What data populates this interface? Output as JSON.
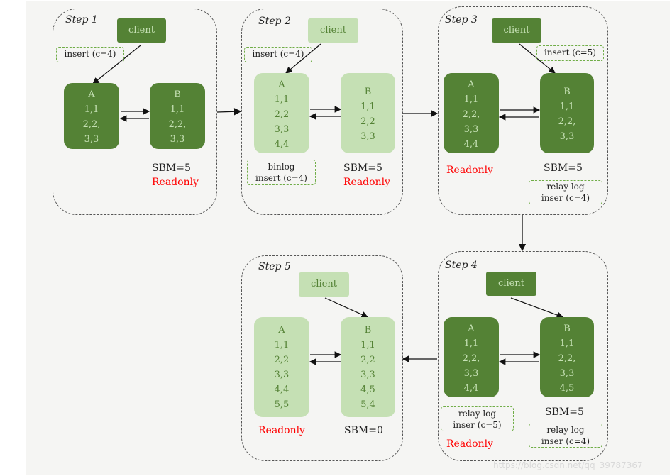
{
  "steps": [
    {
      "label": "Step 1",
      "client": "client",
      "note": "insert (c=4)",
      "a": {
        "title": "A",
        "rows": [
          "1,1",
          "2,2,",
          "3,3"
        ]
      },
      "b": {
        "title": "B",
        "rows": [
          "1,1",
          "2,2,",
          "3,3"
        ]
      },
      "sbm": "SBM=5",
      "readonly": "Readonly"
    },
    {
      "label": "Step 2",
      "client": "client",
      "note": "insert (c=4)",
      "a": {
        "title": "A",
        "rows": [
          "1,1",
          "2,2",
          "3,3",
          "4,4"
        ]
      },
      "b": {
        "title": "B",
        "rows": [
          "1,1",
          "2,2",
          "3,3"
        ]
      },
      "log_title": "binlog",
      "log_body": "insert (c=4)",
      "sbm": "SBM=5",
      "readonly": "Readonly"
    },
    {
      "label": "Step 3",
      "client": "client",
      "note": "insert (c=5)",
      "a": {
        "title": "A",
        "rows": [
          "1,1",
          "2,2,",
          "3,3",
          "4,4"
        ]
      },
      "b": {
        "title": "B",
        "rows": [
          "1,1",
          "2,2,",
          "3,3"
        ]
      },
      "log_title": "relay log",
      "log_body": "inser (c=4)",
      "sbm": "SBM=5",
      "readonly": "Readonly"
    },
    {
      "label": "Step 4",
      "client": "client",
      "a": {
        "title": "A",
        "rows": [
          "1,1",
          "2,2,",
          "3,3",
          "4,4"
        ]
      },
      "b": {
        "title": "B",
        "rows": [
          "1,1",
          "2,2,",
          "3,3",
          "4,5"
        ]
      },
      "log_a_title": "relay log",
      "log_a_body": "inser (c=5)",
      "log_b_title": "relay log",
      "log_b_body": "inser (c=4)",
      "sbm": "SBM=5",
      "readonly": "Readonly"
    },
    {
      "label": "Step 5",
      "client": "client",
      "a": {
        "title": "A",
        "rows": [
          "1,1",
          "2,2",
          "3,3",
          "4,4",
          "5,5"
        ]
      },
      "b": {
        "title": "B",
        "rows": [
          "1,1",
          "2,2",
          "3,3",
          "4,5",
          "5,4"
        ]
      },
      "sbm": "SBM=0",
      "readonly": "Readonly"
    }
  ],
  "watermark": "https://blog.csdn.net/qq_39787367",
  "colors": {
    "dark": "#548235",
    "light": "#c5e0b4",
    "readonly": "#ff0000"
  }
}
